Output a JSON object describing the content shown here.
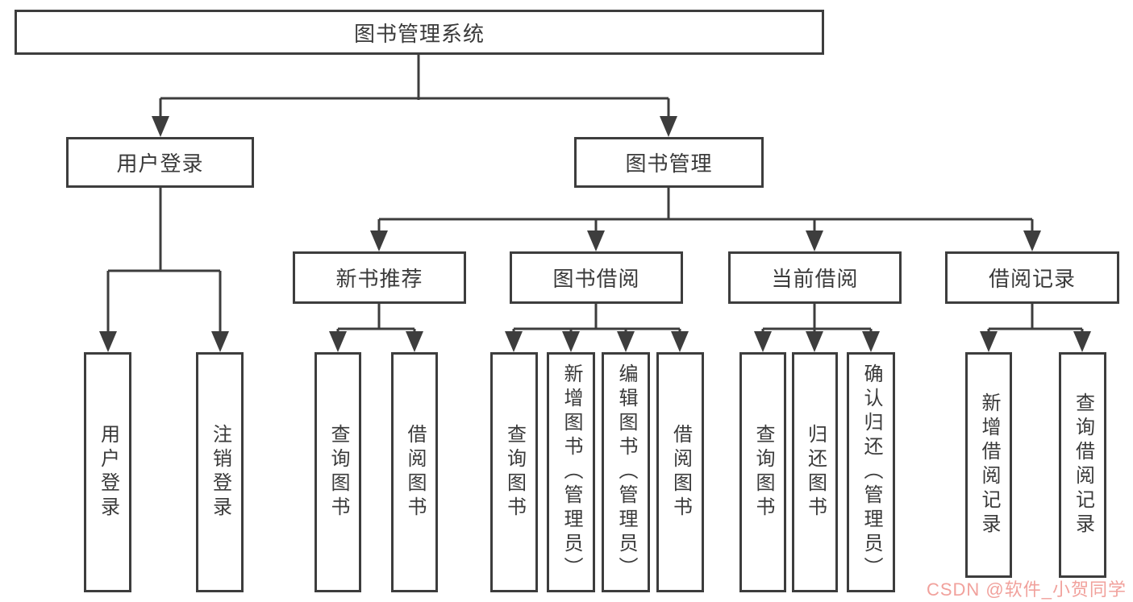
{
  "tree": {
    "label": "图书管理系统",
    "children": [
      {
        "label": "用户登录",
        "children": [
          {
            "label": "用户登录"
          },
          {
            "label": "注销登录"
          }
        ]
      },
      {
        "label": "图书管理",
        "children": [
          {
            "label": "新书推荐",
            "children": [
              {
                "label": "查询图书"
              },
              {
                "label": "借阅图书"
              }
            ]
          },
          {
            "label": "图书借阅",
            "children": [
              {
                "label": "查询图书"
              },
              {
                "label": "新增图书（管理员）"
              },
              {
                "label": "编辑图书（管理员）"
              },
              {
                "label": "借阅图书"
              }
            ]
          },
          {
            "label": "当前借阅",
            "children": [
              {
                "label": "查询图书"
              },
              {
                "label": "归还图书"
              },
              {
                "label": "确认归还（管理员）"
              }
            ]
          },
          {
            "label": "借阅记录",
            "children": [
              {
                "label": "新增借阅记录"
              },
              {
                "label": "查询借阅记录"
              }
            ]
          }
        ]
      }
    ]
  },
  "watermark": {
    "text": "CSDN @软件_小贺同学"
  },
  "colors": {
    "line": "#3d3d3d",
    "text": "#3a3a3a",
    "wm": "#f1a19c",
    "bg": "#ffffff"
  }
}
